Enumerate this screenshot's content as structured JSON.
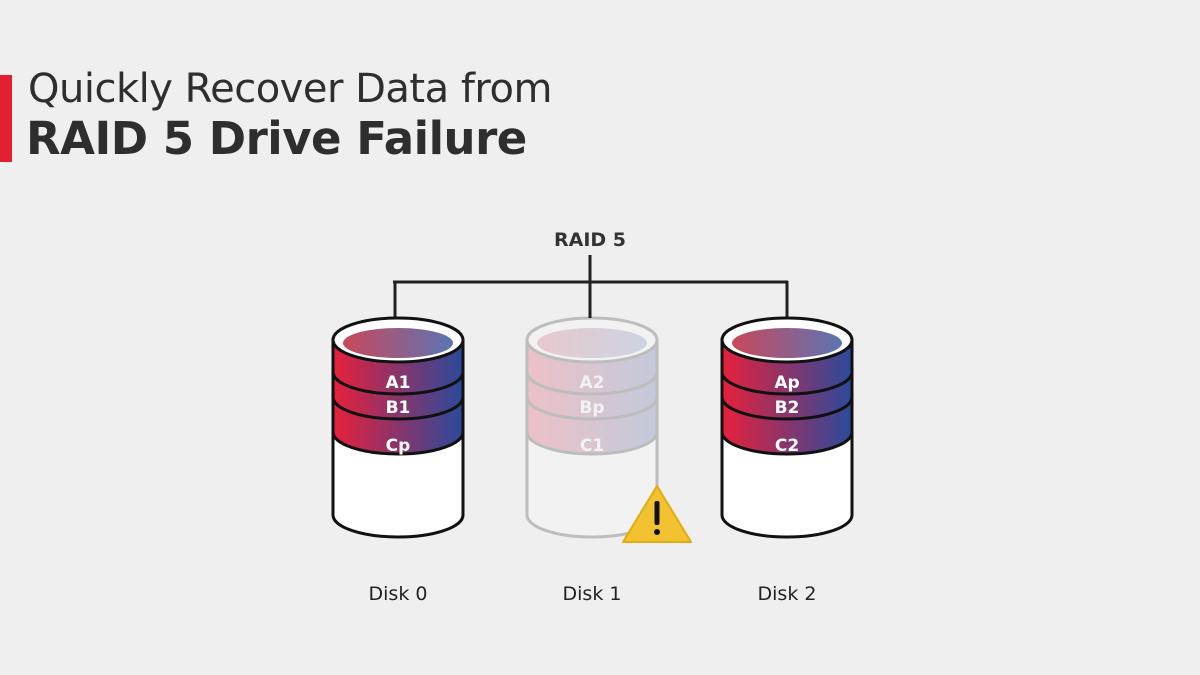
{
  "header": {
    "line1": "Quickly Recover Data from",
    "line2": "RAID 5 Drive Failure"
  },
  "diagram": {
    "root_label": "RAID 5",
    "disks": [
      {
        "name": "Disk 0",
        "blocks": [
          "A1",
          "B1",
          "Cp"
        ],
        "failed": false
      },
      {
        "name": "Disk 1",
        "blocks": [
          "A2",
          "Bp",
          "C1"
        ],
        "failed": true
      },
      {
        "name": "Disk 2",
        "blocks": [
          "Ap",
          "B2",
          "C2"
        ],
        "failed": false
      }
    ],
    "warning_icon": "warning-triangle-icon"
  },
  "colors": {
    "accent": "#e3202f",
    "block_left": "#e8203a",
    "block_right": "#2a4a9c",
    "warning": "#f2c230"
  }
}
